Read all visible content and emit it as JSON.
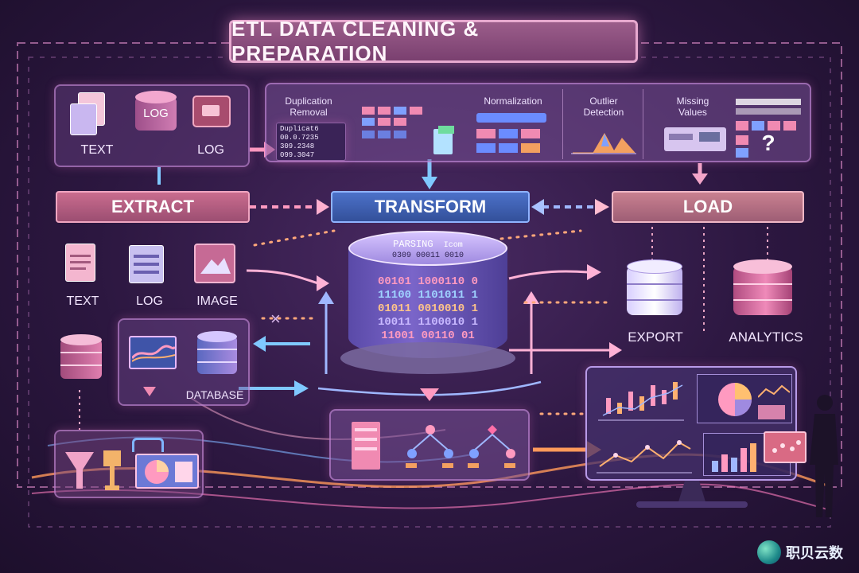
{
  "title": "ETL DATA CLEANING & PREPARATION",
  "stages": {
    "extract": "EXTRACT",
    "transform": "TRANSFORM",
    "load": "LOAD"
  },
  "sources_top": {
    "text": "TEXT",
    "log_db": "LOG",
    "log": "LOG"
  },
  "cleaning": {
    "dedup_title": "Duplication\nRemoval",
    "dedup_code": [
      "Duplicat6",
      "00.0.7235",
      "309.2348",
      "099.3047"
    ],
    "normalization": "Normalization",
    "outlier": "Outlier\nDetection",
    "missing": "Missing\nValues",
    "question_mark": "?"
  },
  "sources_mid": {
    "text": "TEXT",
    "log": "LOG",
    "image": "IMAGE"
  },
  "database_label": "DATABASE",
  "cylinder": {
    "label": "PARSING",
    "label2": "Icom",
    "header": "0309 00011 0010",
    "binary": [
      "00101 1000110 0",
      "11100 1101011 1",
      "01011 0010010 1",
      "10011 1100010 1",
      "11001 00110 01"
    ]
  },
  "load_targets": {
    "export": "EXPORT",
    "analytics": "ANALYTICS"
  },
  "cross_mark": "×",
  "watermark": "职贝云数",
  "colors": {
    "extract": "#b45d80",
    "transform": "#3d60b5",
    "load": "#b87085",
    "glow": "#ff9a5a"
  }
}
